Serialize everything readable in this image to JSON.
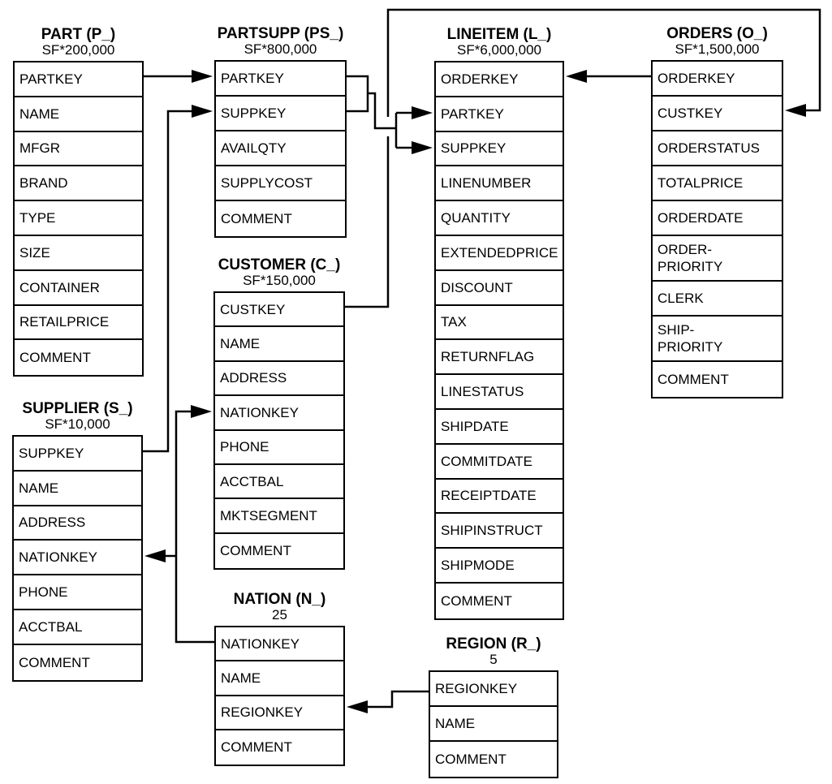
{
  "diagram_type": "er-schema",
  "colors": {
    "line": "#000000",
    "box_border": "#000000",
    "box_fill": "#ffffff",
    "text": "#000000",
    "background": "#ffffff"
  },
  "tables": [
    {
      "id": "part",
      "title": "PART (P_)",
      "cardinality": "SF*200,000",
      "columns": [
        "PARTKEY",
        "NAME",
        "MFGR",
        "BRAND",
        "TYPE",
        "SIZE",
        "CONTAINER",
        "RETAILPRICE",
        "COMMENT"
      ]
    },
    {
      "id": "partsupp",
      "title": "PARTSUPP (PS_)",
      "cardinality": "SF*800,000",
      "columns": [
        "PARTKEY",
        "SUPPKEY",
        "AVAILQTY",
        "SUPPLYCOST",
        "COMMENT"
      ]
    },
    {
      "id": "lineitem",
      "title": "LINEITEM (L_)",
      "cardinality": "SF*6,000,000",
      "columns": [
        "ORDERKEY",
        "PARTKEY",
        "SUPPKEY",
        "LINENUMBER",
        "QUANTITY",
        "EXTENDEDPRICE",
        "DISCOUNT",
        "TAX",
        "RETURNFLAG",
        "LINESTATUS",
        "SHIPDATE",
        "COMMITDATE",
        "RECEIPTDATE",
        "SHIPINSTRUCT",
        "SHIPMODE",
        "COMMENT"
      ]
    },
    {
      "id": "orders",
      "title": "ORDERS (O_)",
      "cardinality": "SF*1,500,000",
      "columns": [
        "ORDERKEY",
        "CUSTKEY",
        "ORDERSTATUS",
        "TOTALPRICE",
        "ORDERDATE",
        "ORDER-\nPRIORITY",
        "CLERK",
        "SHIP-\nPRIORITY",
        "COMMENT"
      ]
    },
    {
      "id": "customer",
      "title": "CUSTOMER (C_)",
      "cardinality": "SF*150,000",
      "columns": [
        "CUSTKEY",
        "NAME",
        "ADDRESS",
        "NATIONKEY",
        "PHONE",
        "ACCTBAL",
        "MKTSEGMENT",
        "COMMENT"
      ]
    },
    {
      "id": "supplier",
      "title": "SUPPLIER (S_)",
      "cardinality": "SF*10,000",
      "columns": [
        "SUPPKEY",
        "NAME",
        "ADDRESS",
        "NATIONKEY",
        "PHONE",
        "ACCTBAL",
        "COMMENT"
      ]
    },
    {
      "id": "nation",
      "title": "NATION (N_)",
      "cardinality": "25",
      "columns": [
        "NATIONKEY",
        "NAME",
        "REGIONKEY",
        "COMMENT"
      ]
    },
    {
      "id": "region",
      "title": "REGION (R_)",
      "cardinality": "5",
      "columns": [
        "REGIONKEY",
        "NAME",
        "COMMENT"
      ]
    }
  ],
  "relationships": [
    {
      "id": "fk-part-partsupp",
      "from": "PART.PARTKEY",
      "to": "PARTSUPP.PARTKEY"
    },
    {
      "id": "fk-supplier-partsupp",
      "from": "SUPPLIER.SUPPKEY",
      "to": "PARTSUPP.SUPPKEY"
    },
    {
      "id": "fk-partsupp-lineitem-partkey",
      "from": "PARTSUPP.PARTKEY",
      "to": "LINEITEM.PARTKEY"
    },
    {
      "id": "fk-partsupp-lineitem-suppkey",
      "from": "PARTSUPP.SUPPKEY",
      "to": "LINEITEM.SUPPKEY"
    },
    {
      "id": "fk-orders-lineitem",
      "from": "ORDERS.ORDERKEY",
      "to": "LINEITEM.ORDERKEY"
    },
    {
      "id": "fk-customer-orders",
      "from": "CUSTOMER.CUSTKEY",
      "to": "ORDERS.CUSTKEY"
    },
    {
      "id": "fk-nation-customer",
      "from": "NATION.NATIONKEY",
      "to": "CUSTOMER.NATIONKEY"
    },
    {
      "id": "fk-nation-supplier",
      "from": "NATION.NATIONKEY",
      "to": "SUPPLIER.NATIONKEY"
    },
    {
      "id": "fk-region-nation",
      "from": "REGION.REGIONKEY",
      "to": "NATION.REGIONKEY"
    }
  ]
}
